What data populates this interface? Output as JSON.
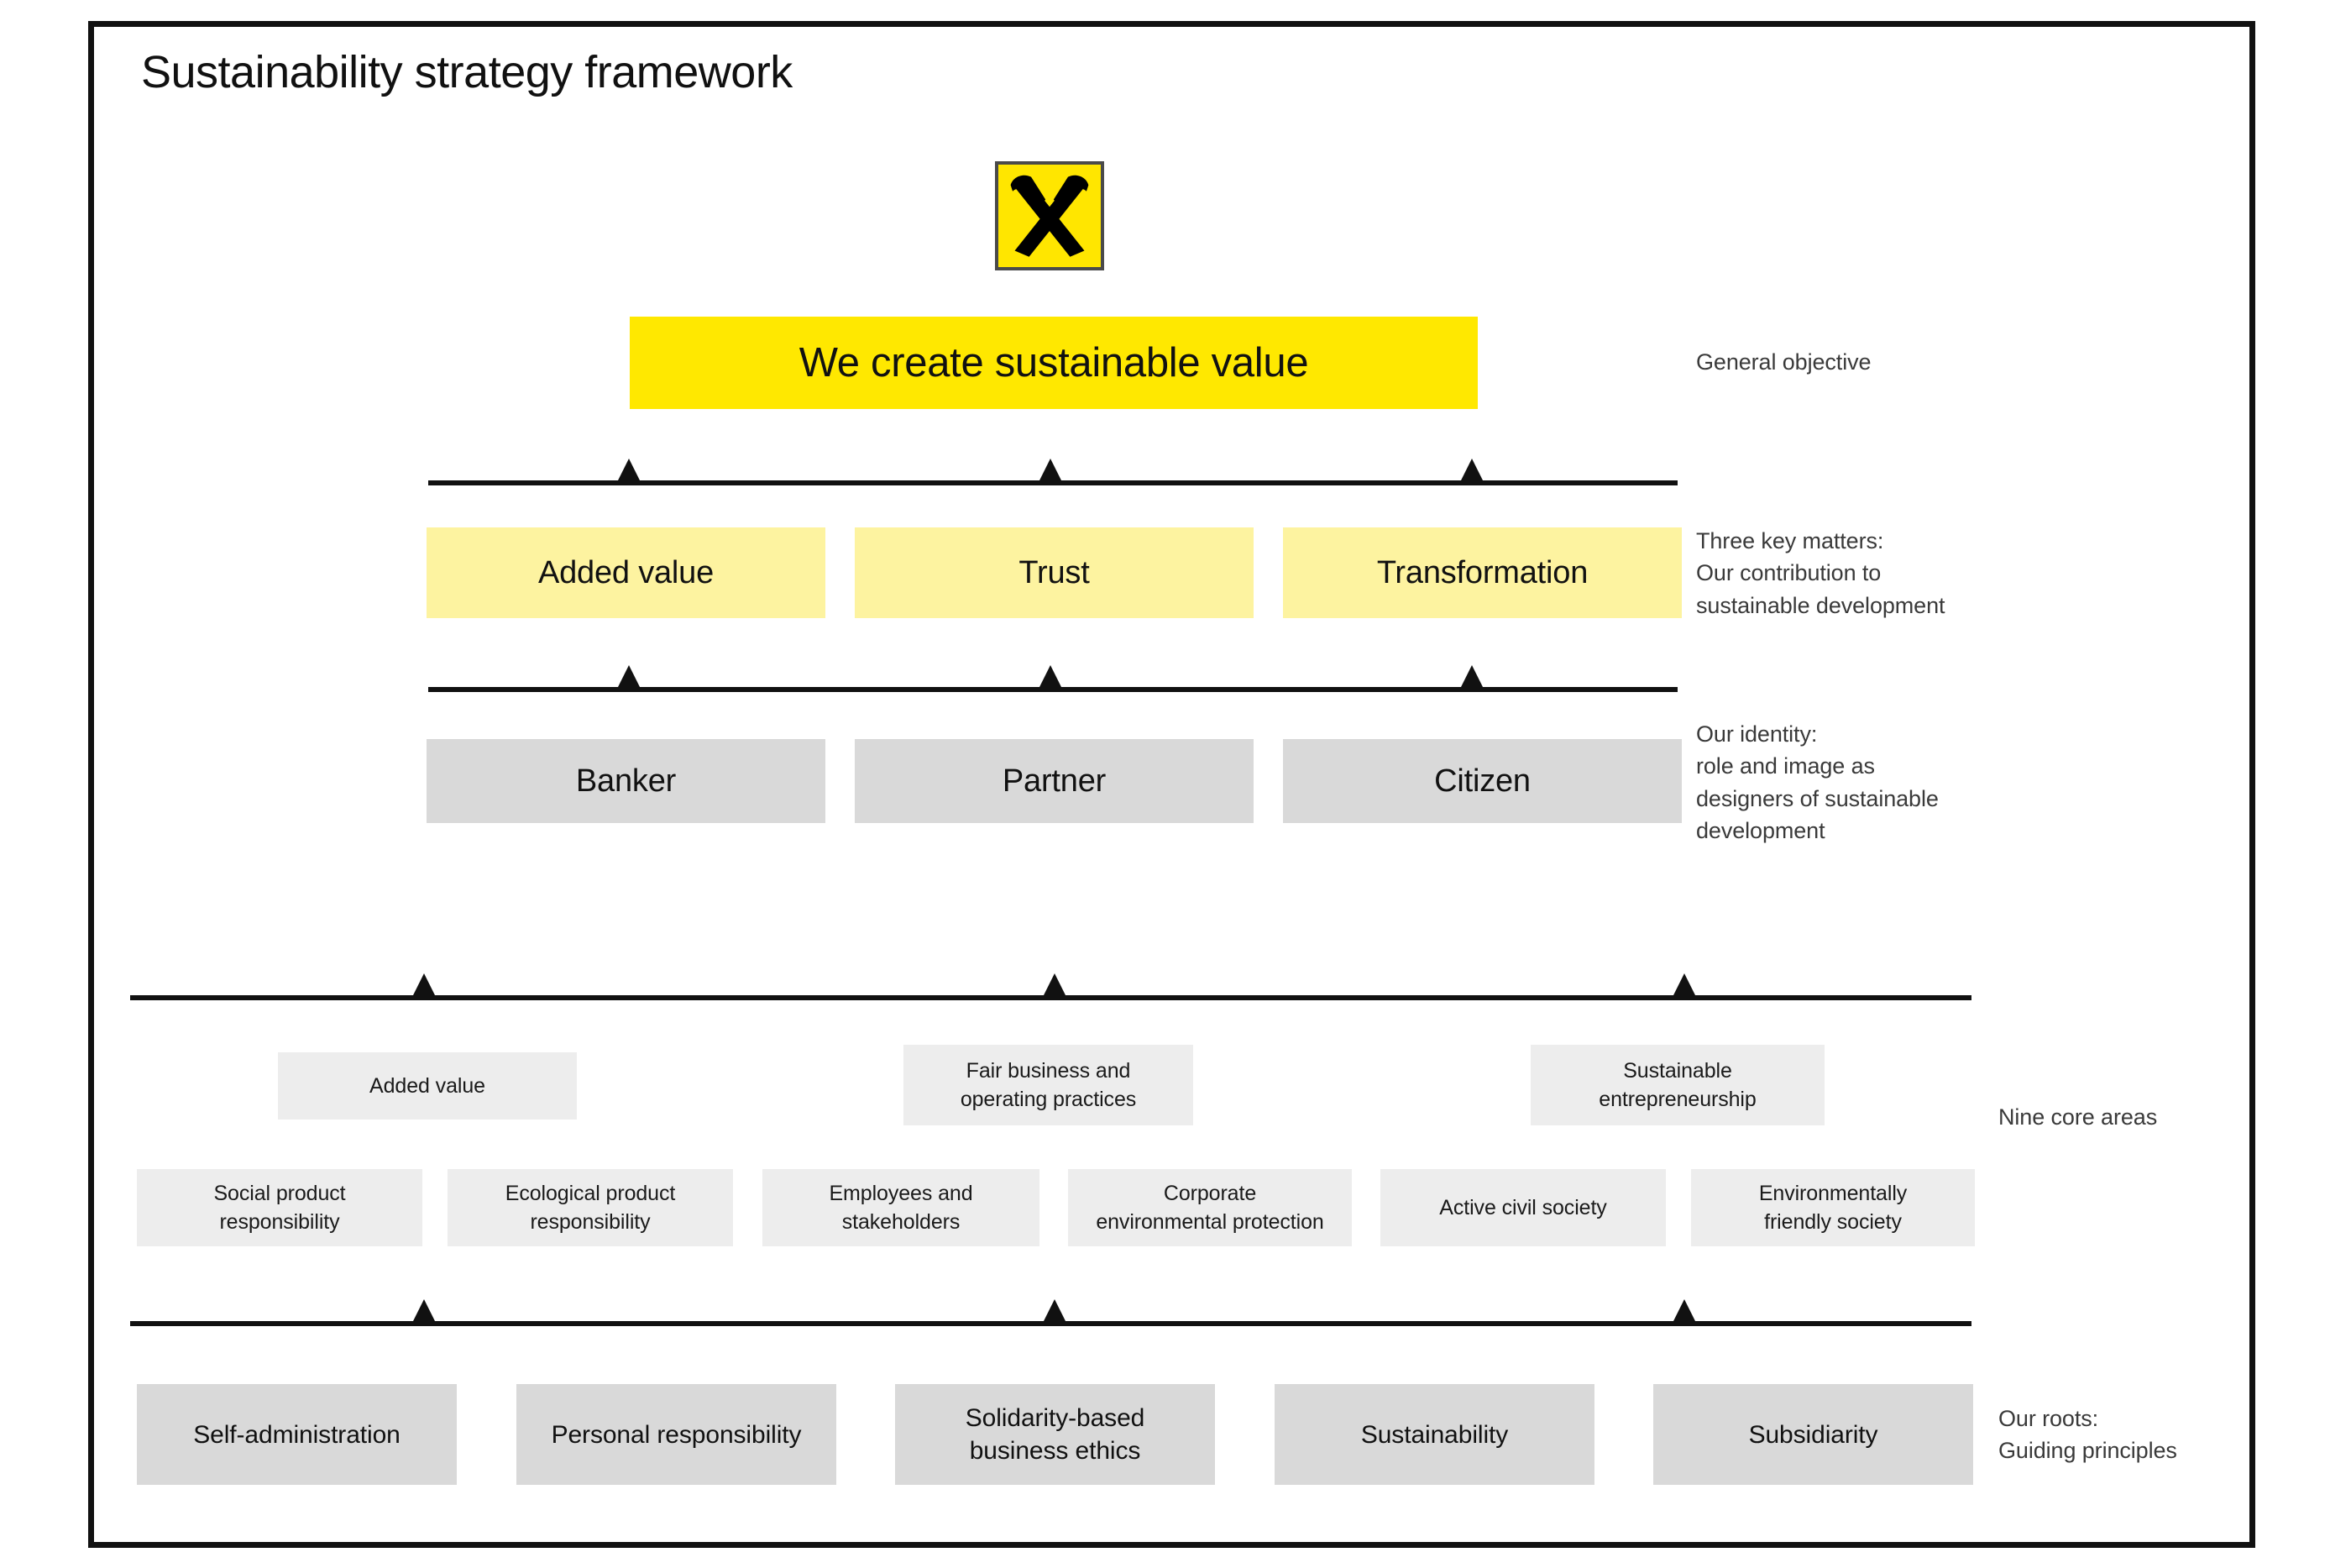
{
  "page": {
    "title": "Sustainability strategy framework"
  },
  "logo": {
    "icon": "raiffeisen-gable-cross-icon",
    "background_color": "#ffe600",
    "foreground_color": "#000000"
  },
  "hero": {
    "text": "We create sustainable value",
    "background_color": "#ffe800"
  },
  "annotations": {
    "general_objective": "General objective",
    "key_matters": "Three key matters:\nOur contribution to\nsustainable development",
    "identity": "Our identity:\nrole and image as\ndesigners of sustainable\ndevelopment",
    "core_areas": "Nine core areas",
    "roots": "Our roots:\nGuiding principles"
  },
  "key_matters_row": {
    "background_color": "#fdf3a0",
    "items": [
      {
        "label": "Added value"
      },
      {
        "label": "Trust"
      },
      {
        "label": "Transformation"
      }
    ]
  },
  "identity_row": {
    "background_color": "#d9d9d9",
    "items": [
      {
        "label": "Banker"
      },
      {
        "label": "Partner"
      },
      {
        "label": "Citizen"
      }
    ]
  },
  "core_areas": {
    "background_color": "#ededed",
    "top_row": [
      {
        "label": "Added value"
      },
      {
        "label": "Fair business and\noperating practices"
      },
      {
        "label": "Sustainable\nentrepreneurship"
      }
    ],
    "bottom_row": [
      {
        "label": "Social product\nresponsibility"
      },
      {
        "label": "Ecological product\nresponsibility"
      },
      {
        "label": "Employees and\nstakeholders"
      },
      {
        "label": "Corporate\nenvironmental protection"
      },
      {
        "label": "Active civil society"
      },
      {
        "label": "Environmentally\nfriendly society"
      }
    ]
  },
  "roots_row": {
    "background_color": "#d9d9d9",
    "items": [
      {
        "label": "Self-administration"
      },
      {
        "label": "Personal responsibility"
      },
      {
        "label": "Solidarity-based\nbusiness ethics"
      },
      {
        "label": "Sustainability"
      },
      {
        "label": "Subsidiarity"
      }
    ]
  }
}
